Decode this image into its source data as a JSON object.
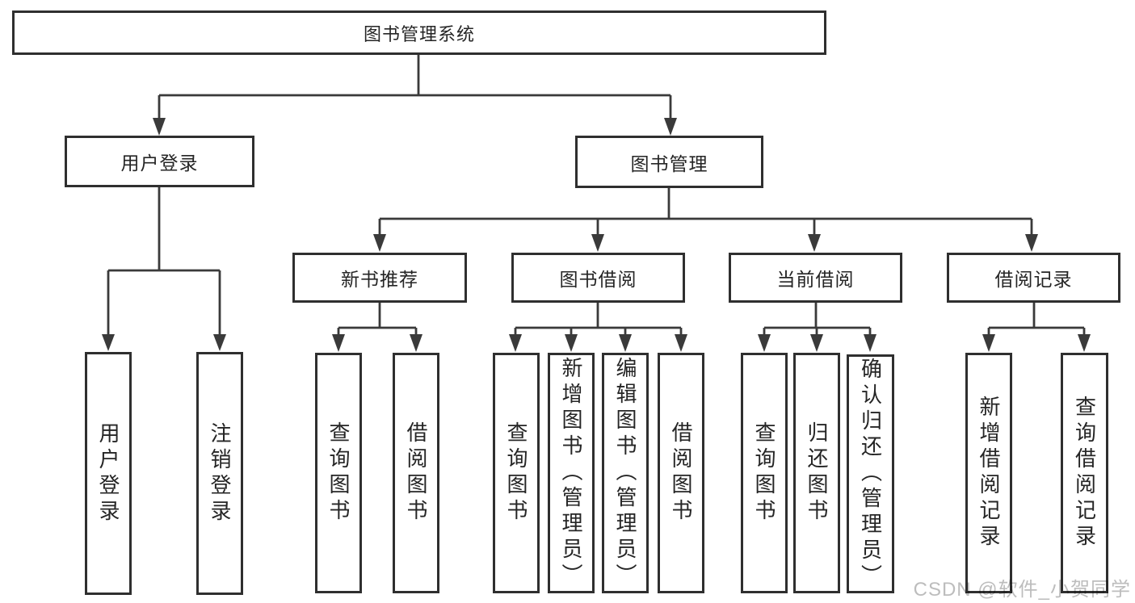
{
  "nodes": {
    "root": "图书管理系统",
    "login": "用户登录",
    "management": "图书管理",
    "login_children": [
      "用户登录",
      "注销登录"
    ],
    "groups": [
      {
        "label": "新书推荐",
        "children": [
          "查询图书",
          "借阅图书"
        ]
      },
      {
        "label": "图书借阅",
        "children": [
          "查询图书",
          "新增图书（管理员）",
          "编辑图书（管理员）",
          "借阅图书"
        ]
      },
      {
        "label": "当前借阅",
        "children": [
          "查询图书",
          "归还图书",
          "确认归还（管理员）"
        ]
      },
      {
        "label": "借阅记录",
        "children": [
          "新增借阅记录",
          "查询借阅记录"
        ]
      }
    ]
  },
  "watermark": "CSDN @软件_小贺同学",
  "colors": {
    "line": "#3a3a3a",
    "box_border": "#2f2f2f",
    "text": "#252525",
    "watermark": "#bdbdbd",
    "background": "#ffffff"
  }
}
